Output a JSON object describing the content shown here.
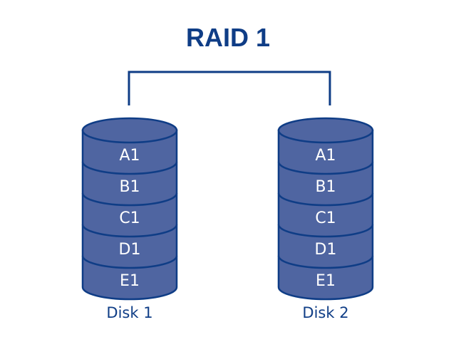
{
  "title": "RAID 1",
  "colors": {
    "fill": "#4f65a1",
    "stroke": "#0f3d86",
    "text_on_fill": "#ffffff",
    "label": "#0f3d86"
  },
  "disks": [
    {
      "label": "Disk 1",
      "segments": [
        "A1",
        "B1",
        "C1",
        "D1",
        "E1"
      ]
    },
    {
      "label": "Disk 2",
      "segments": [
        "A1",
        "B1",
        "C1",
        "D1",
        "E1"
      ]
    }
  ]
}
